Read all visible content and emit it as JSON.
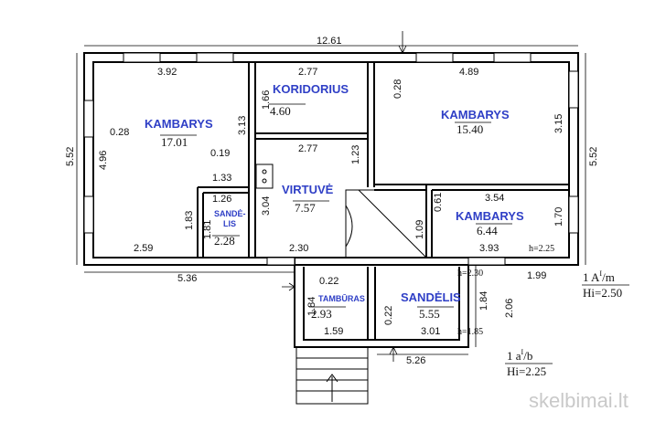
{
  "rooms": {
    "kambarys_left": {
      "name": "KAMBARYS",
      "area": "17.01"
    },
    "koridorius": {
      "name": "KORIDORIUS",
      "area": "4.60"
    },
    "kambarys_right": {
      "name": "KAMBARYS",
      "area": "15.40"
    },
    "virtuve": {
      "name": "VIRTUVĖ",
      "area": "7.57"
    },
    "sandelis_small": {
      "name_line1": "SANDĖ-",
      "name_line2": "LIS",
      "area": "2.28"
    },
    "kambarys_small": {
      "name": "KAMBARYS",
      "area": "6.44"
    },
    "tamburas": {
      "name": "TAMBŪRAS",
      "area": "2.93"
    },
    "sandelis": {
      "name": "SANDĖLIS",
      "area": "5.55"
    }
  },
  "dimensions": {
    "top_total": "12.61",
    "left_total": "5.52",
    "right_total": "5.52",
    "bottom_left": "5.36",
    "bottom_right": "5.26",
    "right_sandelis": "2.06",
    "right_small": "1.99",
    "k1_top": "3.92",
    "k1_side": "4.96",
    "k1_bottom": "2.59",
    "k1_door_off": "0.28",
    "k1_wall": "3.13",
    "k1_inner": "0.19",
    "k1_width_low": "1.33",
    "kor_top": "2.77",
    "kor_side": "1.66",
    "kr_top": "4.89",
    "kr_off": "0.28",
    "kr_side": "3.15",
    "vir_top": "2.77",
    "vir_side": "1.23",
    "vir_left": "3.04",
    "vir_bottom": "2.30",
    "san_w": "1.26",
    "san_h1": "1.83",
    "san_h2": "1.81",
    "st_h": "1.09",
    "ks_off": "0.61",
    "ks_top": "3.54",
    "ks_side": "1.70",
    "ks_bottom": "3.93",
    "tam_top": "0.22",
    "tam_side": "1.84",
    "tam_bottom": "1.59",
    "sd_side_l": "0.22",
    "sd_side_r": "1.84",
    "sd_bottom": "3.01"
  },
  "heights": {
    "ks": "h=2.25",
    "sd_top": "h=2.30",
    "sd_bottom": "h=1.85"
  },
  "levels": {
    "l1_label": "1 A",
    "l1_sup": "I",
    "l1_unit": "/m",
    "l1_hi": "Hi=2.50",
    "l2_label": "1 a",
    "l2_sup": "I",
    "l2_unit": "/b",
    "l2_hi": "Hi=2.25"
  },
  "watermark": "skelbimai.lt"
}
